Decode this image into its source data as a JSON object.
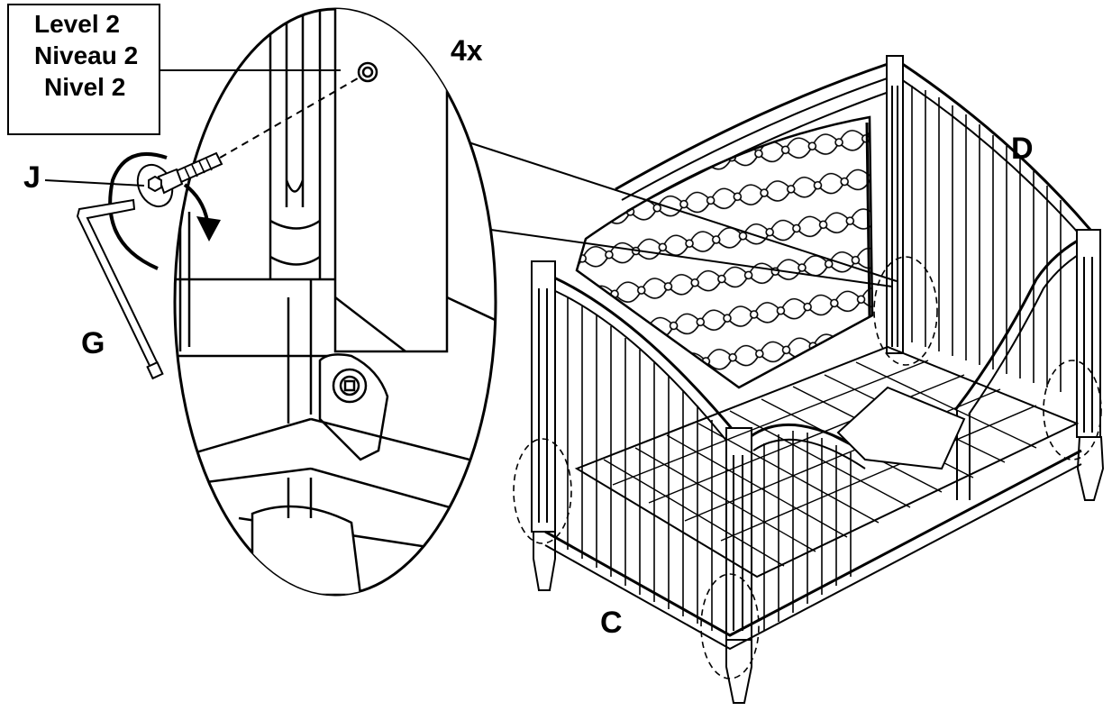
{
  "level_box": {
    "lines": [
      "Level 2",
      "Niveau 2",
      "Nivel 2"
    ]
  },
  "count_label": "4x",
  "part_labels": {
    "bolt": "J",
    "hex_key": "G",
    "side_rail": "C",
    "back_panel": "D"
  }
}
